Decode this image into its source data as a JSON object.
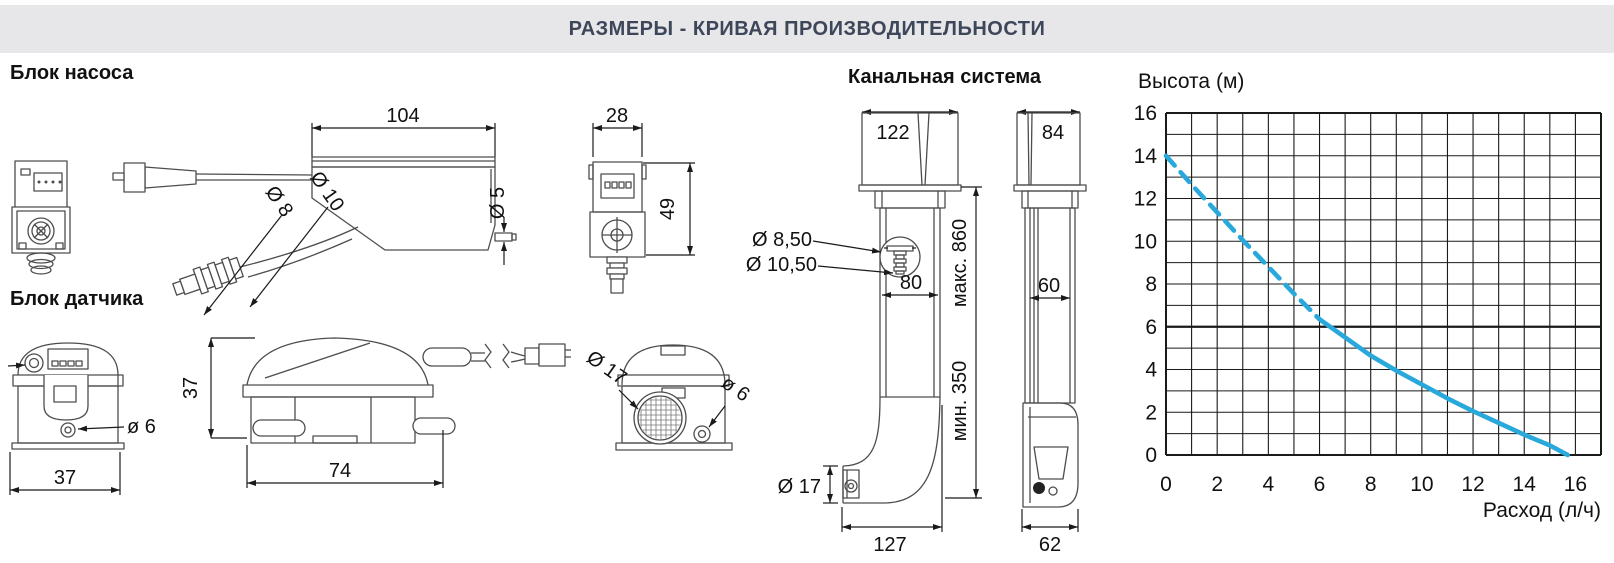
{
  "header": {
    "title": "РАЗМЕРЫ - КРИВАЯ ПРОИЗВОДИТЕЛЬНОСТИ"
  },
  "colors": {
    "header_bg": "#e7e7e9",
    "header_text": "#3d4759",
    "curve": "#29a8dc"
  },
  "pump_section": {
    "title": "Блок насоса",
    "dim_width_top": "104",
    "dim_hose_outer": "Ø 10",
    "dim_hose_inner": "Ø 8",
    "dim_outlet": "Ø 5",
    "dim_end_width": "28",
    "dim_end_height": "49"
  },
  "sensor_section": {
    "title": "Блок датчика",
    "dim_front_width": "37",
    "dim_front_hole": "ø 6",
    "dim_side_height": "37",
    "dim_side_width": "74",
    "dim_rear_grille": "Ø 17",
    "dim_rear_hole": "ø 6"
  },
  "duct_section": {
    "title": "Канальная система",
    "dim_left_top_width": "122",
    "dim_hole_small": "Ø 8,50",
    "dim_hole_large": "Ø 10,50",
    "dim_left_mid_width": "80",
    "dim_height_max": "макс. 860",
    "dim_height_min": "мин. 350",
    "dim_outlet": "Ø 17",
    "dim_left_bottom_width": "127",
    "dim_right_top_width": "84",
    "dim_right_mid_width": "60",
    "dim_right_bottom_width": "62"
  },
  "chart_data": {
    "type": "line",
    "title": "Высота (м)",
    "xlabel": "Расход (л/ч)",
    "ylabel": "Высота (м)",
    "xlim": [
      0,
      17
    ],
    "ylim": [
      0,
      16
    ],
    "x_ticks": [
      0,
      2,
      4,
      6,
      8,
      10,
      12,
      14,
      16
    ],
    "y_ticks": [
      0,
      2,
      4,
      6,
      8,
      10,
      12,
      14,
      16
    ],
    "grid_step": 1,
    "grid": true,
    "highlight_y": 6,
    "line_color": "#29a8dc",
    "series": [
      {
        "style": "dashed",
        "points": [
          [
            0,
            14
          ],
          [
            1,
            12.65
          ],
          [
            2,
            11.35
          ],
          [
            3,
            10.05
          ],
          [
            4,
            8.8
          ],
          [
            5,
            7.55
          ],
          [
            6,
            6.35
          ]
        ]
      },
      {
        "style": "solid",
        "points": [
          [
            6,
            6.35
          ],
          [
            7,
            5.5
          ],
          [
            8,
            4.65
          ],
          [
            9,
            3.95
          ],
          [
            10,
            3.3
          ],
          [
            11,
            2.65
          ],
          [
            12,
            2.05
          ],
          [
            13,
            1.5
          ],
          [
            14,
            0.95
          ],
          [
            15,
            0.45
          ],
          [
            15.7,
            0
          ]
        ]
      }
    ]
  }
}
